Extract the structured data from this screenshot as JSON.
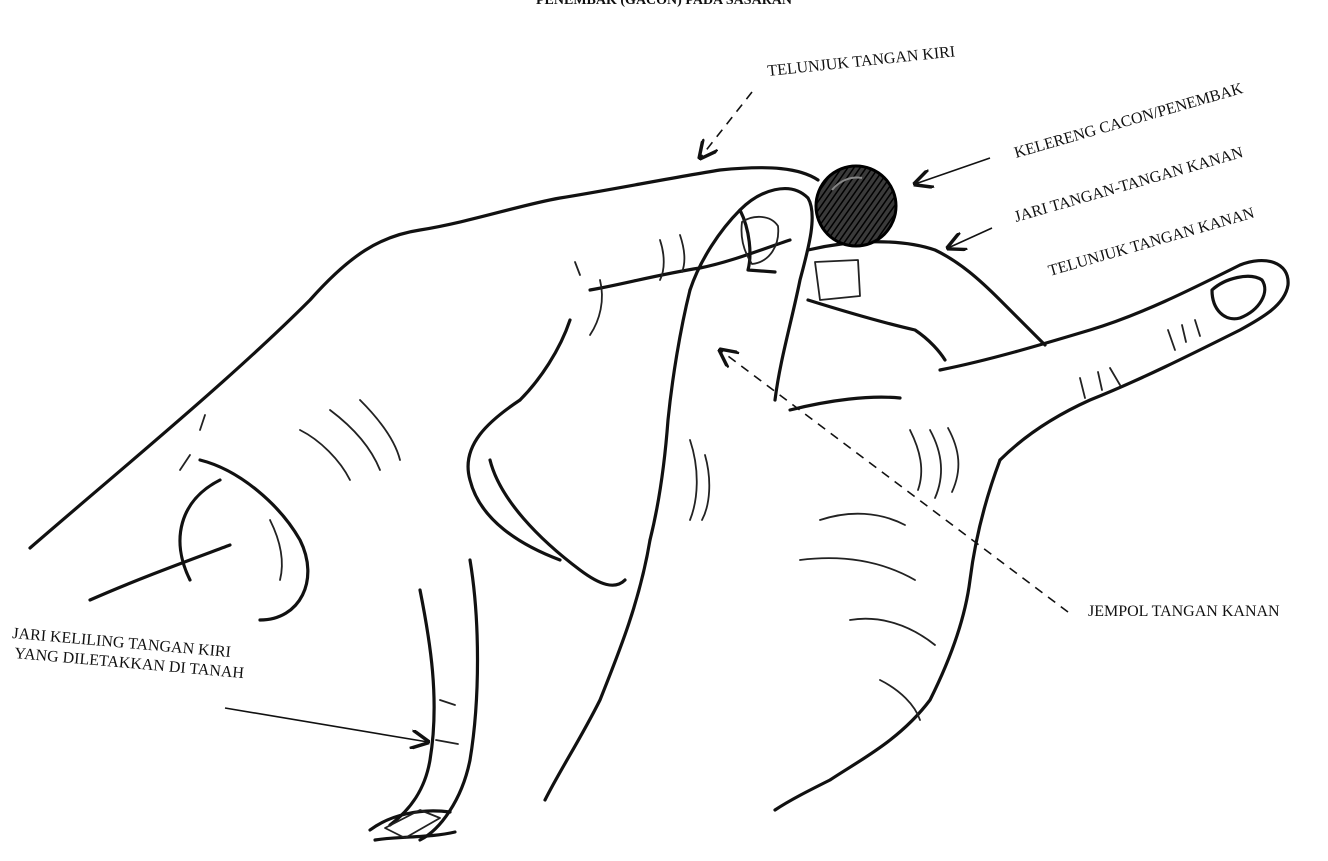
{
  "figure": {
    "caption_top": "PENEMBAK (GACON) PADA SASARAN",
    "labels": {
      "telunjuk_kiri": "TELUNJUK TANGAN KIRI",
      "kelereng": "KELERENG CACON/PENEMBAK",
      "jari_kanan": "JARI TANGAN-TANGAN KANAN",
      "telunjuk_kanan": "TELUNJUK TANGAN KANAN",
      "jempol_kanan": "JEMPOL TANGAN KANAN",
      "jari_keliling_1": "JARI KELILING TANGAN KIRI",
      "jari_keliling_2": "YANG DILETAKKAN DI TANAH"
    }
  },
  "colors": {
    "ink": "#111111",
    "paper": "#ffffff"
  }
}
